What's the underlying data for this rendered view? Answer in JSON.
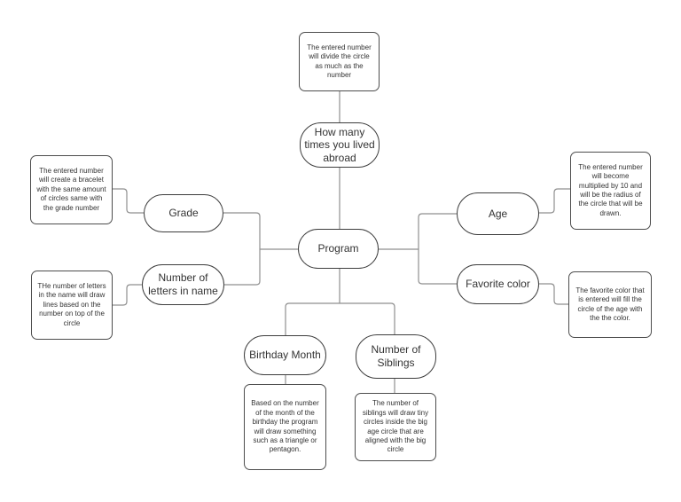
{
  "colors": {
    "background": "#ffffff",
    "node_border": "#3d3d3d",
    "box_border": "#4d4d4d",
    "connector": "#8f8f8f",
    "text": "#333333"
  },
  "diagram": {
    "program": {
      "label": "Program"
    },
    "branches": {
      "abroad": {
        "label": "How many times you lived abroad",
        "note": "The entered number will divide the circle as much as the number"
      },
      "grade": {
        "label": "Grade",
        "note": "The entered number will create a bracelet with the same amount of circles same with the grade number"
      },
      "letters": {
        "label": "Number of letters in name",
        "note": "THe number of letters in the name will draw lines based on the number on top of the circle"
      },
      "age": {
        "label": "Age",
        "note": "The entered number will become multiplied by 10 and will be the radius of the circle that will be drawn."
      },
      "favorite_color": {
        "label": "Favorite color",
        "note": "The favorite color that is entered will fill the circle of the age with the the color."
      },
      "birthday_month": {
        "label": "Birthday Month",
        "note": "Based on the number of the month of the birthday the program will draw something such as a triangle or pentagon."
      },
      "siblings": {
        "label": "Number of Siblings",
        "note": "The number of siblings will draw tiny circles inside the big age circle that are aligned with the big circle"
      }
    }
  }
}
